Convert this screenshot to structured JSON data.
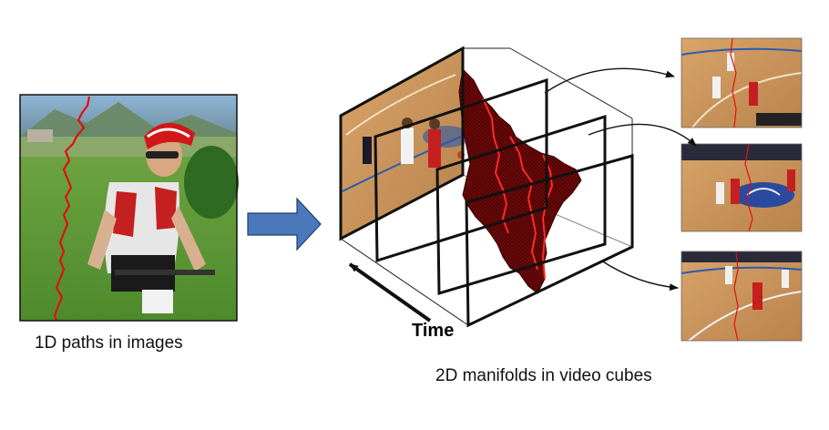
{
  "captions": {
    "left": "1D paths in images",
    "right": "2D manifolds in video cubes",
    "time_axis": "Time"
  },
  "colors": {
    "seam": "#e01010",
    "manifold": "#8a0a0a",
    "arrow_fill": "#4a78b8",
    "court": "#c9925a",
    "grass": "#5f9a3a"
  }
}
